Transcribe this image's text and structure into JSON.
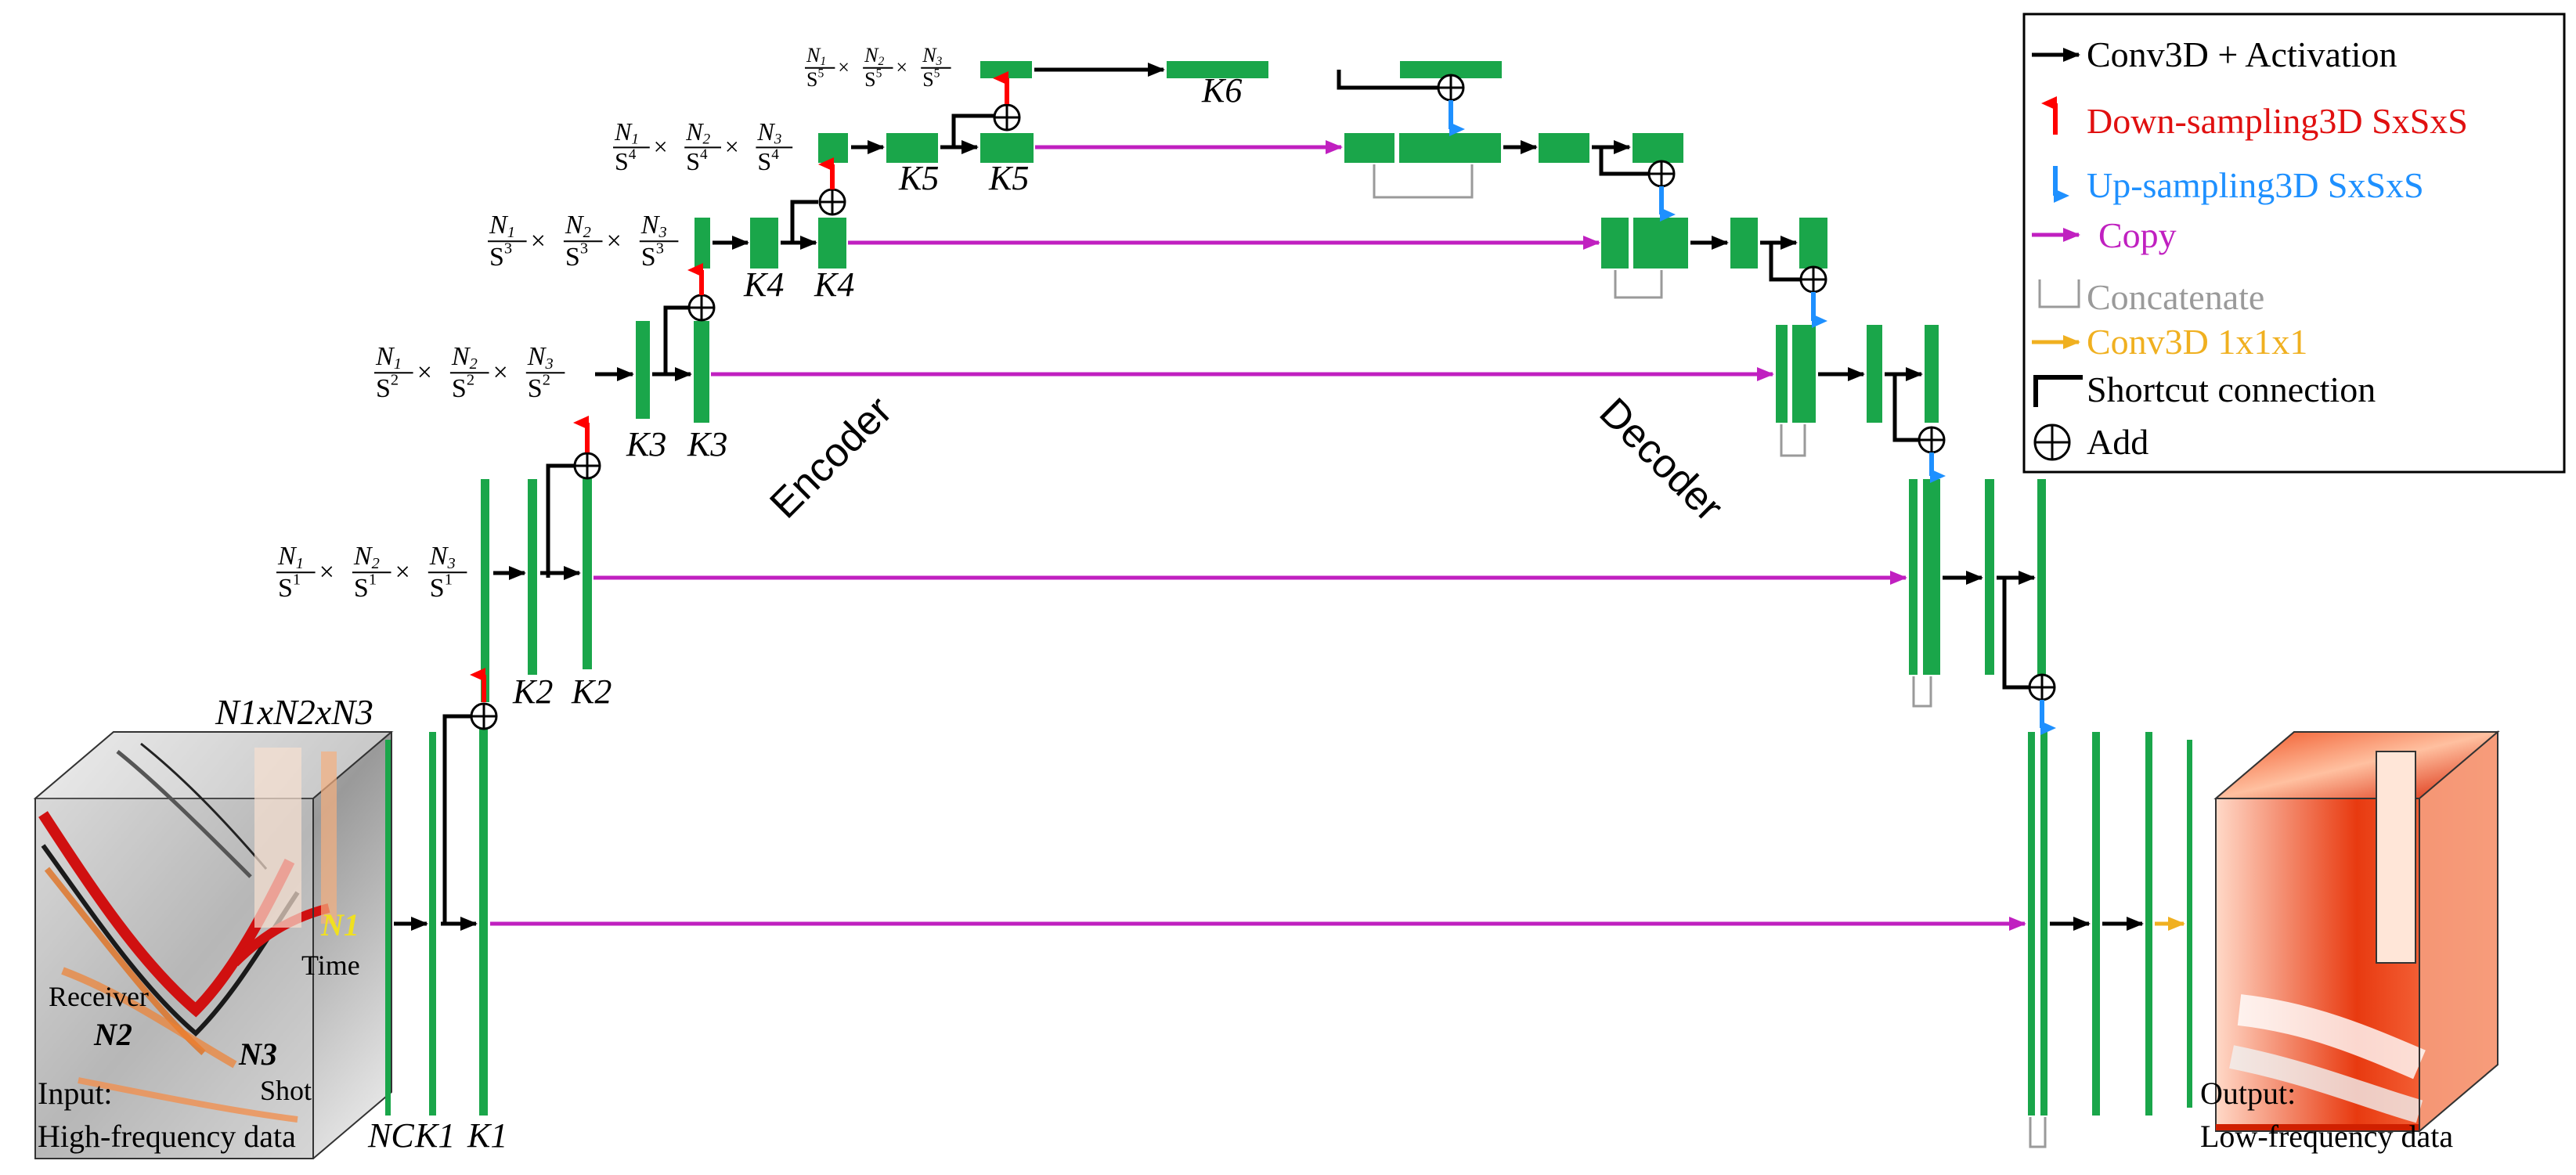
{
  "colors": {
    "block": "#1aa64a",
    "conv": "#000000",
    "down": "#ff0000",
    "up": "#1e90ff",
    "copy": "#c020c0",
    "concat": "#9a9a9a",
    "conv1": "#f0b020",
    "shortcut": "#000000"
  },
  "legend": {
    "conv": "Conv3D + Activation",
    "down": "Down-sampling3D SxSxS",
    "up": "Up-sampling3D SxSxS",
    "copy": "Copy",
    "concat": "Concatenate",
    "conv1": "Conv3D 1x1x1",
    "shortcut": "Shortcut connection",
    "add": "Add"
  },
  "encoder_label": "Encoder",
  "decoder_label": "Decoder",
  "input": {
    "line1": "Input:",
    "line2": "High-frequency data",
    "dims": "N1xN2xN3",
    "time_label": "Time",
    "receiver_label": "Receiver",
    "shot_label": "Shot",
    "n1": "N1",
    "n2": "N2",
    "n3": "N3"
  },
  "output": {
    "line1": "Output:",
    "line2": "Low-frequency data"
  },
  "kernel_labels": {
    "nc": "NC",
    "k1": "K1",
    "k2": "K2",
    "k3": "K3",
    "k4": "K4",
    "k5": "K5",
    "k6": "K6"
  },
  "levels": [
    {
      "exp": "1"
    },
    {
      "exp": "2"
    },
    {
      "exp": "3"
    },
    {
      "exp": "4"
    },
    {
      "exp": "5"
    }
  ]
}
